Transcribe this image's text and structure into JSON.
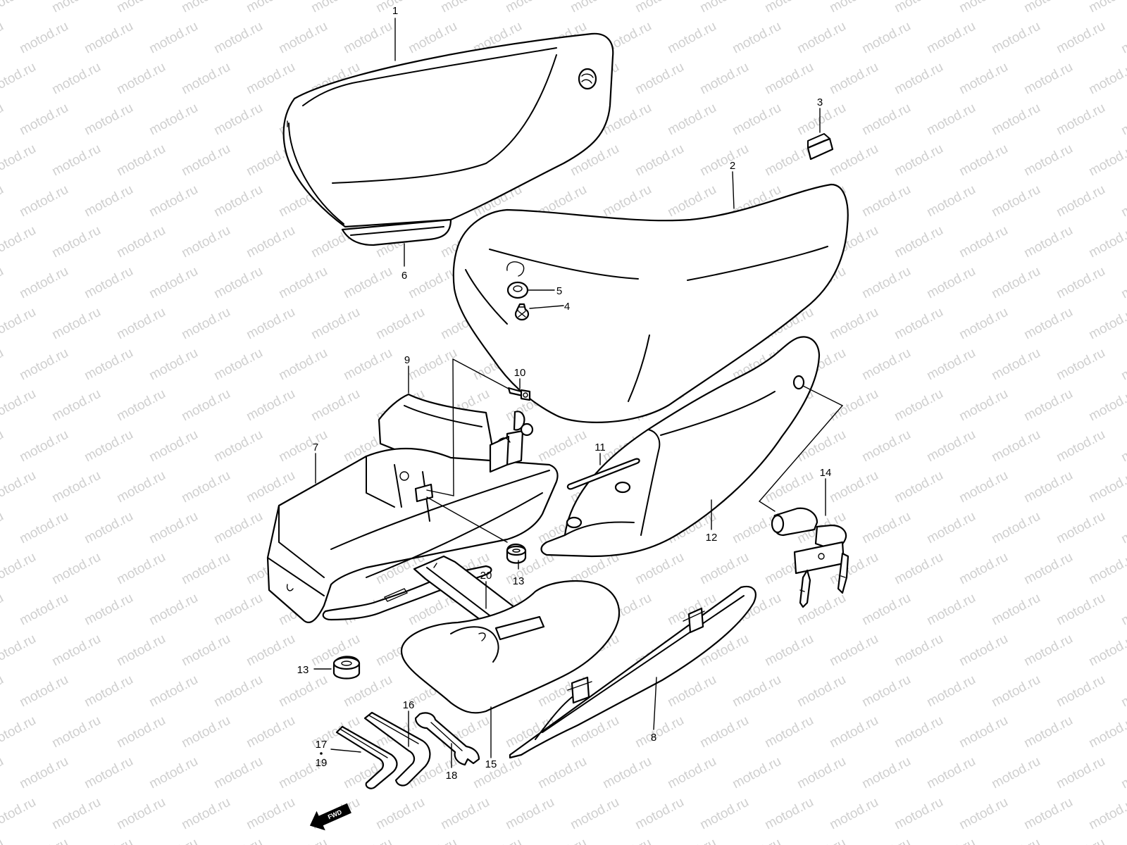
{
  "watermark": "motod.ru",
  "fwd_label": "FWD",
  "callouts": [
    {
      "id": "c1",
      "text": "1"
    },
    {
      "id": "c2",
      "text": "2"
    },
    {
      "id": "c3",
      "text": "3"
    },
    {
      "id": "c4",
      "text": "4"
    },
    {
      "id": "c5",
      "text": "5"
    },
    {
      "id": "c6",
      "text": "6"
    },
    {
      "id": "c7",
      "text": "7"
    },
    {
      "id": "c8",
      "text": "8"
    },
    {
      "id": "c9",
      "text": "9"
    },
    {
      "id": "c10",
      "text": "10"
    },
    {
      "id": "c11",
      "text": "11"
    },
    {
      "id": "c12",
      "text": "12"
    },
    {
      "id": "c13a",
      "text": "13"
    },
    {
      "id": "c13b",
      "text": "13"
    },
    {
      "id": "c14",
      "text": "14"
    },
    {
      "id": "c15",
      "text": "15"
    },
    {
      "id": "c16",
      "text": "16"
    },
    {
      "id": "c17",
      "text": "17"
    },
    {
      "id": "c18",
      "text": "18"
    },
    {
      "id": "c19",
      "text": "19"
    },
    {
      "id": "c20",
      "text": "20"
    }
  ]
}
